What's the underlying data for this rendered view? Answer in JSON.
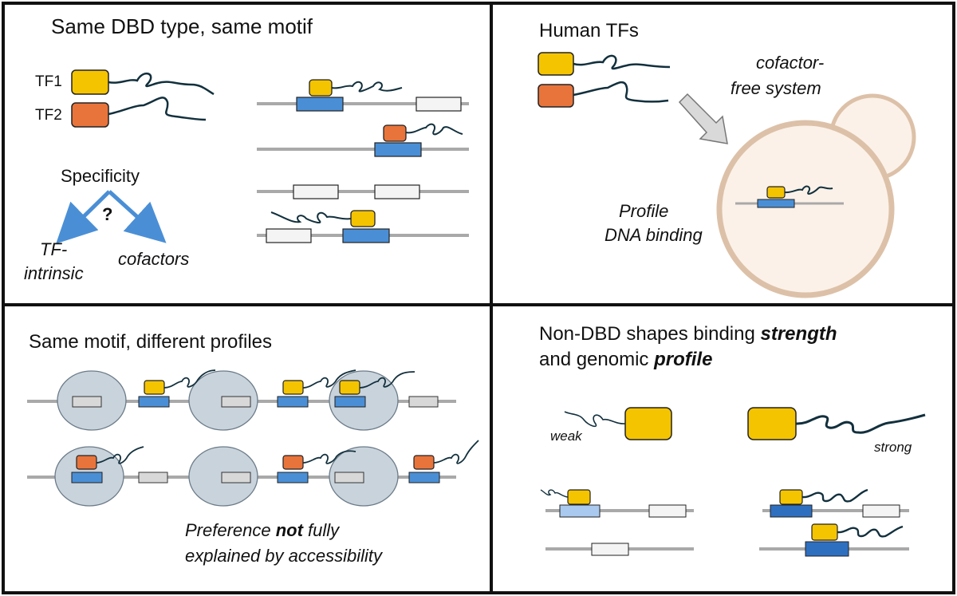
{
  "panels": {
    "top_left": {
      "title": "Same DBD type, same motif",
      "tf1_label": "TF1",
      "tf2_label": "TF2",
      "specificity_label": "Specificity",
      "question_mark": "?",
      "branch_left_line1": "TF-",
      "branch_left_line2": "intrinsic",
      "branch_right": "cofactors"
    },
    "top_right": {
      "title": "Human TFs",
      "cofactor_line1": "cofactor-",
      "cofactor_line2": "free system",
      "profile_line1": "Profile",
      "profile_line2": "DNA binding"
    },
    "bottom_left": {
      "title": "Same motif, different profiles",
      "caption_line1_pre": "Preference ",
      "caption_line1_bold": "not",
      "caption_line1_post": " fully",
      "caption_line2": "explained by accessibility"
    },
    "bottom_right": {
      "title_line1_pre": "Non-DBD shapes binding ",
      "title_line1_bold": "strength",
      "title_line2_pre": "and genomic ",
      "title_line2_bold": "profile",
      "weak_label": "weak",
      "strong_label": "strong"
    }
  },
  "colors": {
    "tf1": "#f5c400",
    "tf2": "#e8743b",
    "motif": "#4a8fd6",
    "motif_light": "#a9c9ee",
    "motif_dark": "#2f6fc0",
    "site": "#f4f4f4",
    "dna": "#a9a9a9",
    "tail": "#12303d",
    "nucleosome": "#c9d3dc",
    "cell": "#fbf1e8",
    "cell_border": "#dcc1a8",
    "border": "#111111"
  }
}
